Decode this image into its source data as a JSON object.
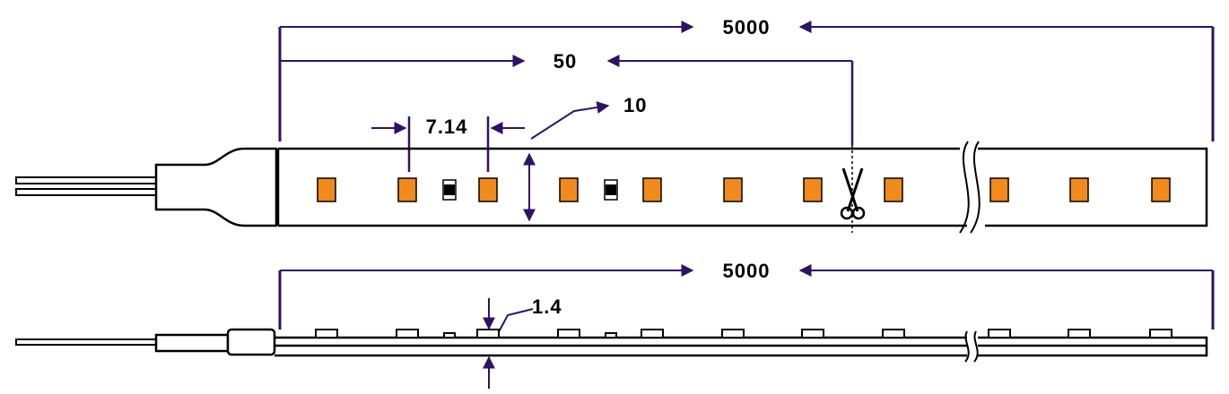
{
  "dimensions": {
    "total_length_top": "5000",
    "cut_unit_length": "50",
    "led_pitch": "7.14",
    "strip_width": "10",
    "total_length_side": "5000",
    "strip_thickness": "1.4"
  },
  "colors": {
    "dimension_line": "#2e1363",
    "outline": "#000000",
    "led_fill": "#f08a1c",
    "background": "#ffffff"
  },
  "icons": {
    "cut_mark": "scissors-icon",
    "break_mark": "wavy-break-icon"
  }
}
